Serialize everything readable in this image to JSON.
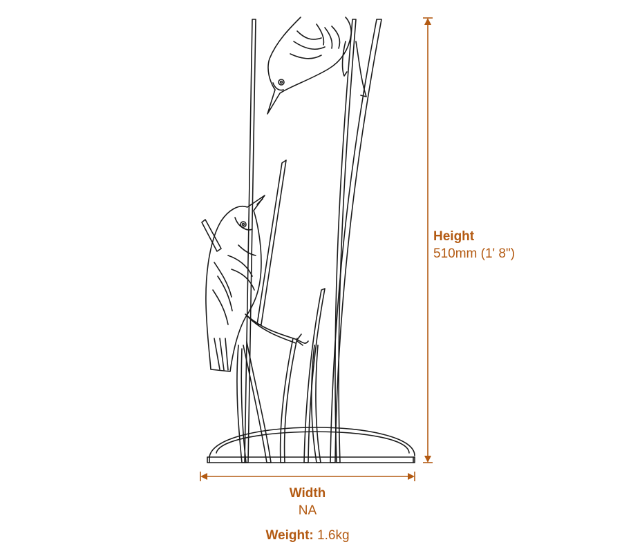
{
  "colors": {
    "accent": "#b35a12",
    "drawing": "#1a1a1a"
  },
  "height": {
    "label": "Height",
    "value": "510mm (1' 8\")"
  },
  "width": {
    "label": "Width",
    "value": "NA"
  },
  "weight": {
    "label": "Weight:",
    "value": "1.6kg"
  },
  "illustration": {
    "subject": "metal-birds-on-reeds-sculpture"
  }
}
